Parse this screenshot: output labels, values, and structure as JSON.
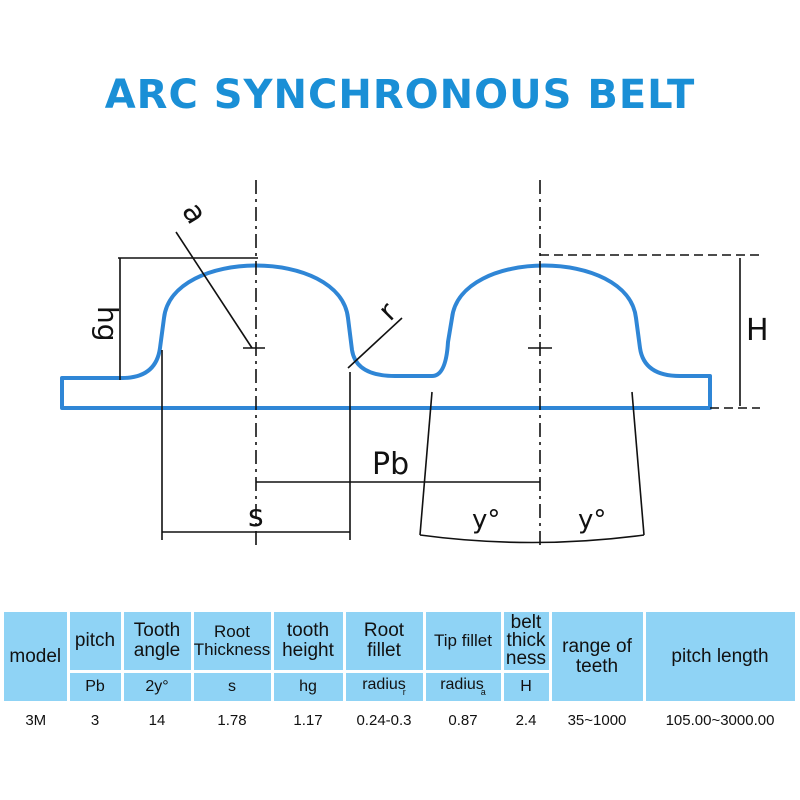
{
  "title": "ARC SYNCHRONOUS BELT",
  "diagram": {
    "labels": {
      "a": "a",
      "r": "r",
      "hg": "hg",
      "H": "H",
      "Pb": "Pb",
      "s": "s",
      "y_left": "y°",
      "y_right": "y°"
    },
    "colors": {
      "belt": "#2f86d6",
      "lines": "#111111"
    }
  },
  "table": {
    "headers": {
      "model": "model",
      "pitch": "pitch",
      "tooth_angle": "Tooth angle",
      "root_thickness": "Root Thickness",
      "tooth_height": "tooth height",
      "root_fillet": "Root fillet",
      "tip_fillet": "Tip fillet",
      "belt_thickness": "belt thick ness",
      "range_of_teeth": "range of teeth",
      "pitch_length": "pitch length"
    },
    "symbols": {
      "pitch": "Pb",
      "tooth_angle": "2y°",
      "root_thickness": "s",
      "tooth_height": "hg",
      "root_fillet": "radius",
      "root_fillet_sub": "r",
      "tip_fillet": "radius",
      "tip_fillet_sub": "a",
      "belt_thickness": "H"
    },
    "row": {
      "model": "3M",
      "pitch": "3",
      "tooth_angle": "14",
      "root_thickness": "1.78",
      "tooth_height": "1.17",
      "root_fillet": "0.24-0.3",
      "tip_fillet": "0.87",
      "belt_thickness": "2.4",
      "range_of_teeth": "35~1000",
      "pitch_length": "105.00~3000.00"
    },
    "header_color": "#8fd3f5"
  }
}
